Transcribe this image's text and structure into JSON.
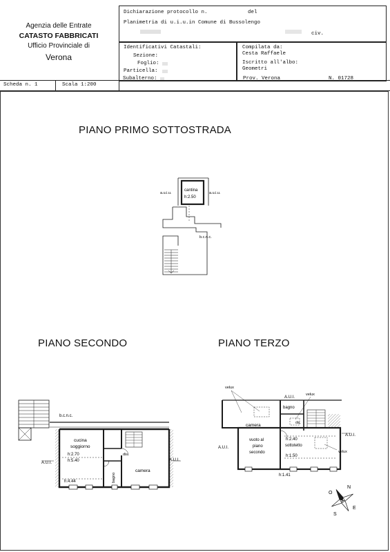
{
  "header": {
    "agency": {
      "line1": "Agenzia delle Entrate",
      "line2": "CATASTO FABBRICATI",
      "line3": "Ufficio Provinciale di",
      "line4": "Verona"
    },
    "protocol": {
      "label": "Dichiarazione protocollo n.",
      "del_label": "del"
    },
    "planimetria": {
      "text": "Planimetria di u.i.u.in Comune di Bussolengo",
      "civ_label": "civ."
    },
    "identificativi": {
      "title": "Identificativi Catastali:",
      "sezione": "Sezione:",
      "foglio": "Foglio:",
      "particella": "Particella:",
      "subalterno": "Subalterno:"
    },
    "compilata": {
      "label": "Compilata da:",
      "name": "Cesta Raffaele",
      "iscritto_label": "Iscritto all'albo:",
      "albo": "Geometri",
      "prov": "Prov. Verona",
      "numero": "N. 01728"
    },
    "scheda": {
      "scheda_label": "Scheda n. 1",
      "scala_label": "Scala 1:200"
    }
  },
  "floors": {
    "primo_sottostrada": {
      "title": "PIANO PRIMO SOTTOSTRADA",
      "labels": {
        "cantina": "cantina",
        "cantina_h": "h:2.50",
        "auiu_left": "a.u.i.u.",
        "auiu_right": "a.u.i.u.",
        "bcnc": "b.c.n.c."
      }
    },
    "secondo": {
      "title": "PIANO SECONDO",
      "labels": {
        "bcnc": "b.c.n.c.",
        "cucina": "cucina",
        "soggiorno": "soggiorno",
        "h1": "h:2.70",
        "h2": "h:5.40",
        "h3": "h:4.44",
        "dis": "dis.",
        "bagno": "bagno",
        "camera": "camera",
        "aui_left": "A.U.I.",
        "aui_right": "A.U.I."
      }
    },
    "terzo": {
      "title": "PIANO TERZO",
      "labels": {
        "velux1": "velux",
        "velux2": "velux",
        "velux3": "velux",
        "aui_top": "A.U.I.",
        "aui_left": "A.U.I.",
        "aui_right": "A.U.I.",
        "bagno": "bagno",
        "dis": "dis.",
        "camera": "camera",
        "vuoto1": "vuoto al",
        "vuoto2": "piano",
        "vuoto3": "secondo",
        "h1": "h:2.40",
        "sottotetto": "sottotetto",
        "h2": "h:1.50",
        "h3": "h:1.41"
      }
    }
  },
  "compass": {
    "n": "N",
    "s": "S",
    "e": "E",
    "o": "O"
  },
  "colors": {
    "line": "#1a1a1a",
    "hatch": "#555555",
    "redaction": "#d8d8d8"
  }
}
